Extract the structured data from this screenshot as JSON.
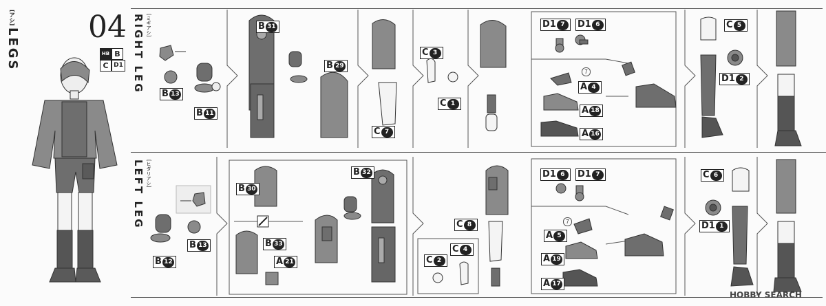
{
  "step": {
    "number": "04",
    "title": "LEGS",
    "title_jp": "[アシ]",
    "icon_label": "HB"
  },
  "part_codes": [
    "B",
    "C",
    "D1"
  ],
  "right_leg": {
    "label": "RIGHT LEG",
    "label_jp": "[ミギアシ]",
    "tags": {
      "b13": {
        "letter": "B",
        "num": "13"
      },
      "b11": {
        "letter": "B",
        "num": "11"
      },
      "b31": {
        "letter": "B",
        "num": "31"
      },
      "b29": {
        "letter": "B",
        "num": "29"
      },
      "c7": {
        "letter": "C",
        "num": "7"
      },
      "c3": {
        "letter": "C",
        "num": "3"
      },
      "c1": {
        "letter": "C",
        "num": "1"
      },
      "d17": {
        "letter": "D1",
        "num": "7"
      },
      "d16": {
        "letter": "D1",
        "num": "6"
      },
      "a4": {
        "letter": "A",
        "num": "4"
      },
      "a18": {
        "letter": "A",
        "num": "18"
      },
      "a16": {
        "letter": "A",
        "num": "16"
      },
      "c5": {
        "letter": "C",
        "num": "5"
      },
      "d12": {
        "letter": "D1",
        "num": "2"
      }
    },
    "note_num": "7"
  },
  "left_leg": {
    "label": "LEFT LEG",
    "label_jp": "[ヒダリアシ]",
    "tags": {
      "b13": {
        "letter": "B",
        "num": "13"
      },
      "b12": {
        "letter": "B",
        "num": "12"
      },
      "b30": {
        "letter": "B",
        "num": "30"
      },
      "b33": {
        "letter": "B",
        "num": "33"
      },
      "a21": {
        "letter": "A",
        "num": "21"
      },
      "b32": {
        "letter": "B",
        "num": "32"
      },
      "c8": {
        "letter": "C",
        "num": "8"
      },
      "c4": {
        "letter": "C",
        "num": "4"
      },
      "c2": {
        "letter": "C",
        "num": "2"
      },
      "d16": {
        "letter": "D1",
        "num": "6"
      },
      "d17": {
        "letter": "D1",
        "num": "7"
      },
      "a5": {
        "letter": "A",
        "num": "5"
      },
      "a19": {
        "letter": "A",
        "num": "19"
      },
      "a17": {
        "letter": "A",
        "num": "17"
      },
      "c6": {
        "letter": "C",
        "num": "6"
      },
      "d11": {
        "letter": "D1",
        "num": "1"
      }
    },
    "note_num": "7"
  },
  "watermark": "HOBBY SEARCH",
  "colors": {
    "part_dark": "#6e6e6e",
    "part_mid": "#8a8a8a",
    "part_light": "#f4f4f4",
    "line": "#333333"
  }
}
